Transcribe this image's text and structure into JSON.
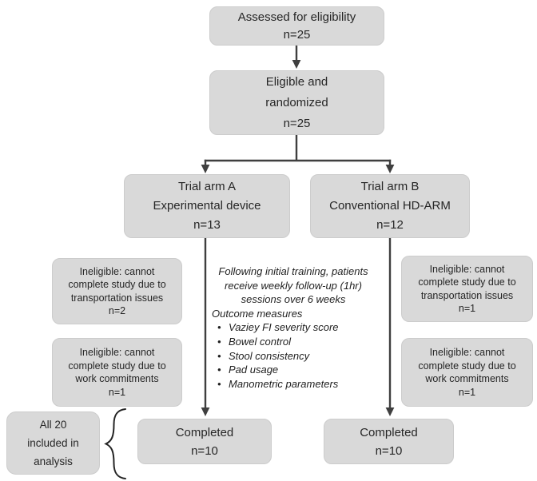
{
  "diagram": {
    "type": "consort-flow",
    "colors": {
      "box_fill": "#d9d9d9",
      "box_border": "#cccccc",
      "text": "#262626",
      "connector": "#3f3f3f",
      "background": "#ffffff"
    },
    "nodes": {
      "assessed": {
        "lines": [
          "Assessed for eligibility",
          "n=25"
        ]
      },
      "eligible": {
        "lines": [
          "Eligible and",
          "randomized",
          "n=25"
        ]
      },
      "arm_a": {
        "lines": [
          "Trial arm A",
          "Experimental device",
          "n=13"
        ]
      },
      "arm_b": {
        "lines": [
          "Trial arm B",
          "Conventional HD-ARM",
          "n=12"
        ]
      },
      "inel_a_transport": {
        "lines": [
          "Ineligible: cannot",
          "complete study due to",
          "transportation issues",
          "n=2"
        ]
      },
      "inel_a_work": {
        "lines": [
          "Ineligible: cannot",
          "complete study due to",
          "work commitments",
          "n=1"
        ]
      },
      "inel_b_transport": {
        "lines": [
          "Ineligible: cannot",
          "complete study due to",
          "transportation issues",
          "n=1"
        ]
      },
      "inel_b_work": {
        "lines": [
          "Ineligible: cannot",
          "complete study due to",
          "work commitments",
          "n=1"
        ]
      },
      "completed_a": {
        "lines": [
          "Completed",
          "n=10"
        ]
      },
      "completed_b": {
        "lines": [
          "Completed",
          "n=10"
        ]
      },
      "analysis_note": {
        "lines": [
          "All 20",
          "included in",
          "analysis"
        ]
      }
    },
    "center_note": {
      "intro_lines": [
        "Following initial training, patients",
        "receive weekly follow-up (1hr)",
        "sessions over 6 weeks"
      ],
      "heading": "Outcome measures",
      "bullet_char": "•",
      "bullets": [
        "Vaziey FI severity score",
        "Bowel control",
        "Stool consistency",
        "Pad usage",
        "Manometric parameters"
      ]
    }
  }
}
